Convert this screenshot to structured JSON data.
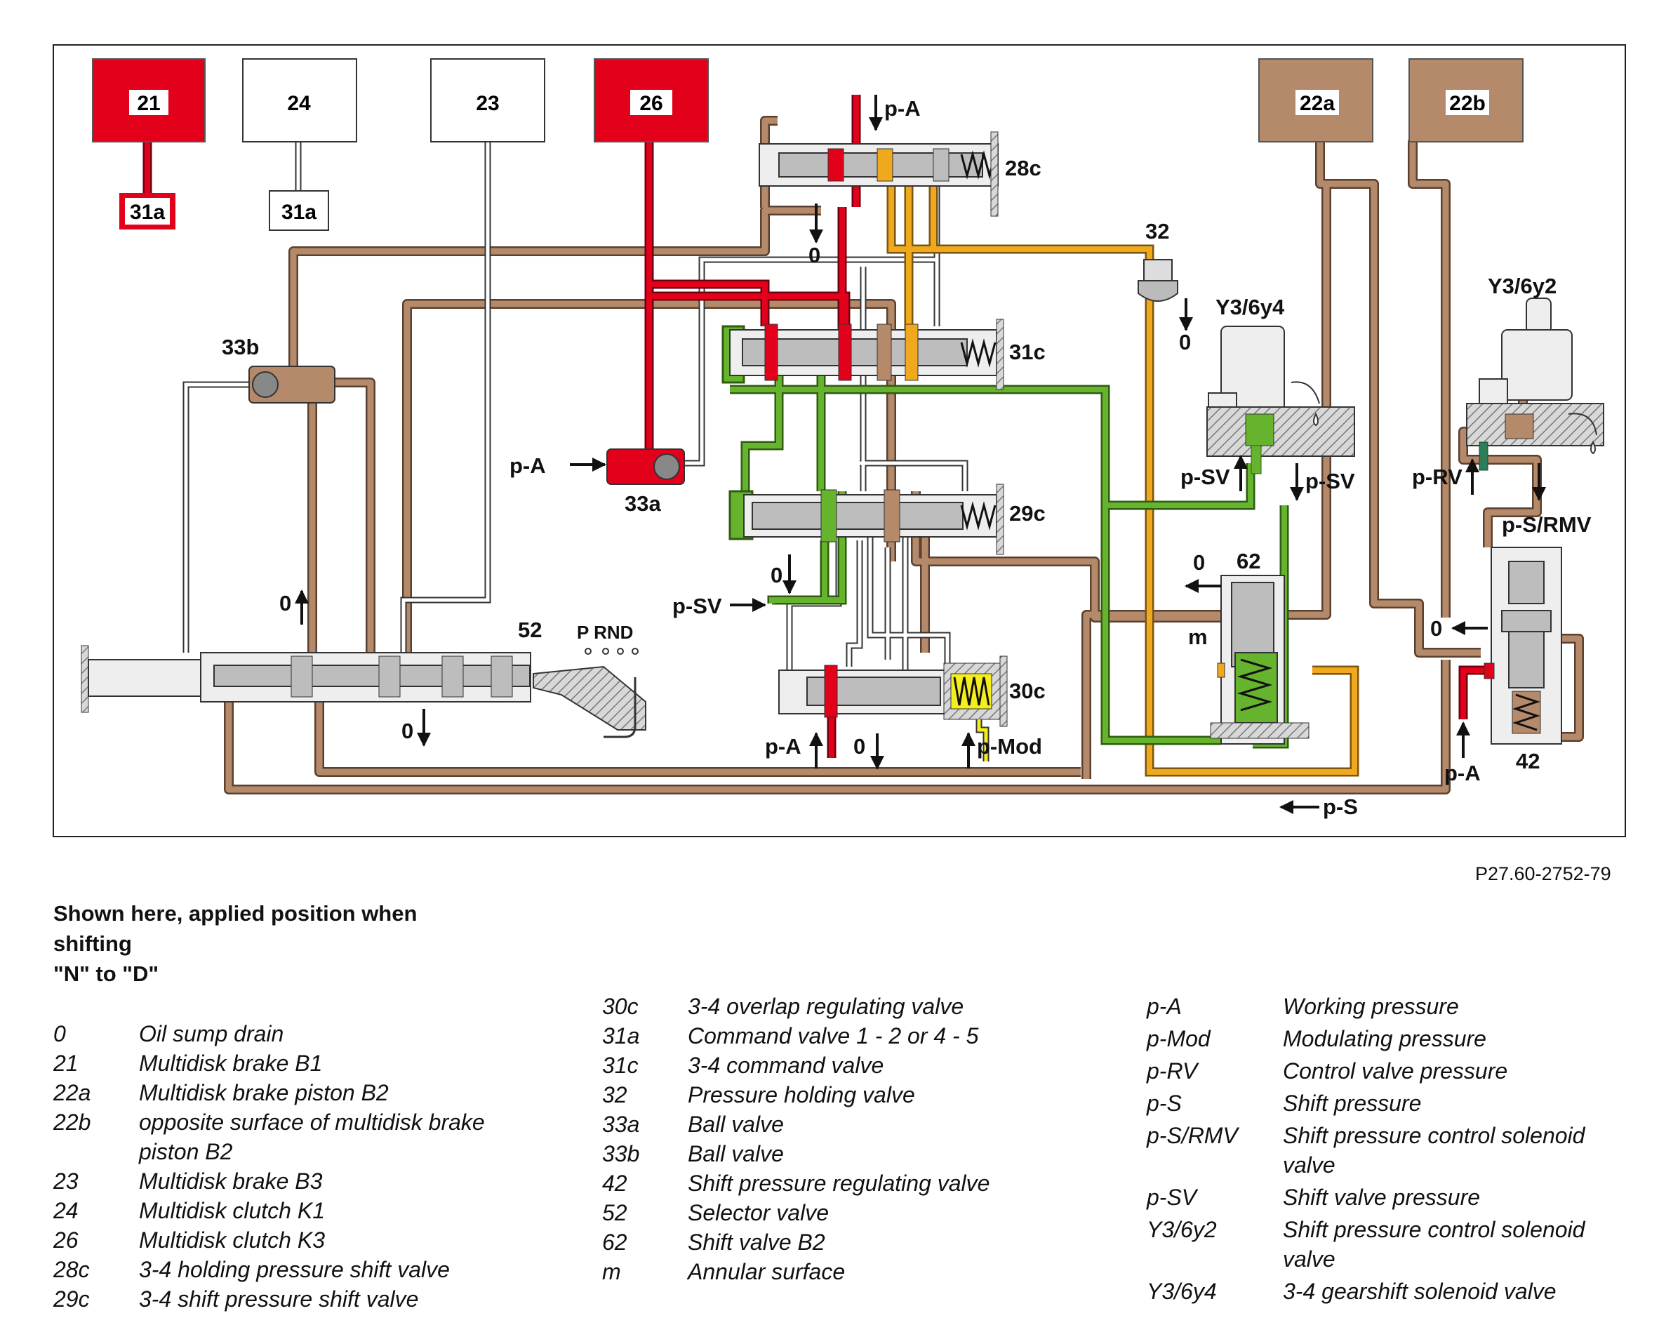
{
  "diagram": {
    "boxes": {
      "b21": "21",
      "b24": "24",
      "b23": "23",
      "b26": "26",
      "b22a": "22a",
      "b22b": "22b",
      "sub31a_red": "31a",
      "sub31a_white": "31a"
    },
    "labels": {
      "pA_top": "p-A",
      "v28c": "28c",
      "v31c": "31c",
      "v29c": "29c",
      "v30c": "30c",
      "v33a": "33a",
      "v33b": "33b",
      "v32": "32",
      "v52": "52",
      "v62": "62",
      "v42": "42",
      "m": "m",
      "prnd": "P RND",
      "y3_6y4": "Y3/6y4",
      "y3_6y2": "Y3/6y2",
      "pA_33a": "p-A",
      "pSV_29c": "p-SV",
      "pA_30c": "p-A",
      "pMod": "p-Mod",
      "pSV_up": "p-SV",
      "pSV_down": "p-SV",
      "pRV": "p-RV",
      "pS_RMV": "p-S/RMV",
      "pA_42": "p-A",
      "pS_bottom": "p-S",
      "zero_28c": "0",
      "zero_32": "0",
      "zero_29c": "0",
      "zero_30c": "0",
      "zero_52_up": "0",
      "zero_52_down": "0",
      "zero_62": "0",
      "zero_42": "0"
    },
    "colors": {
      "red": "#e2001a",
      "brown": "#b58a6a",
      "green": "#66b32e",
      "orange": "#f0a81c",
      "yellow": "#f4ee1c",
      "grey": "#c9c9c9"
    }
  },
  "reference": "P27.60-2752-79",
  "caption": [
    "Shown here, applied position when",
    "shifting",
    "\"N\" to \"D\""
  ],
  "legend_left": [
    {
      "key": "0",
      "text": "Oil sump drain"
    },
    {
      "key": "21",
      "text": "Multidisk brake B1"
    },
    {
      "key": "22a",
      "text": "Multidisk brake piston B2"
    },
    {
      "key": "22b",
      "text": "opposite surface of multidisk brake piston B2"
    },
    {
      "key": "23",
      "text": "Multidisk brake B3"
    },
    {
      "key": "24",
      "text": "Multidisk clutch K1"
    },
    {
      "key": "26",
      "text": "Multidisk clutch K3"
    },
    {
      "key": "28c",
      "text": "3-4 holding pressure shift valve"
    },
    {
      "key": "29c",
      "text": "3-4 shift pressure shift valve"
    }
  ],
  "legend_middle": [
    {
      "key": "30c",
      "text": "3-4 overlap regulating valve"
    },
    {
      "key": "31a",
      "text": "Command valve 1 - 2 or 4 - 5"
    },
    {
      "key": "31c",
      "text": "3-4 command valve"
    },
    {
      "key": "32",
      "text": "Pressure holding valve"
    },
    {
      "key": "33a",
      "text": "Ball valve"
    },
    {
      "key": "33b",
      "text": "Ball valve"
    },
    {
      "key": "42",
      "text": "Shift pressure regulating valve"
    },
    {
      "key": "52",
      "text": "Selector valve"
    },
    {
      "key": "62",
      "text": "Shift valve B2"
    },
    {
      "key": "m",
      "text": "Annular surface"
    }
  ],
  "legend_right": [
    {
      "key": "p-A",
      "text": "Working pressure"
    },
    {
      "key": "p-Mod",
      "text": "Modulating pressure"
    },
    {
      "key": "p-RV",
      "text": "Control valve pressure"
    },
    {
      "key": "p-S",
      "text": "Shift pressure"
    },
    {
      "key": "p-S/RMV",
      "text": "Shift pressure control solenoid valve"
    },
    {
      "key": "p-SV",
      "text": "Shift valve pressure"
    },
    {
      "key": "Y3/6y2",
      "text": "Shift pressure control solenoid valve"
    },
    {
      "key": "Y3/6y4",
      "text": "3-4 gearshift solenoid valve"
    }
  ]
}
